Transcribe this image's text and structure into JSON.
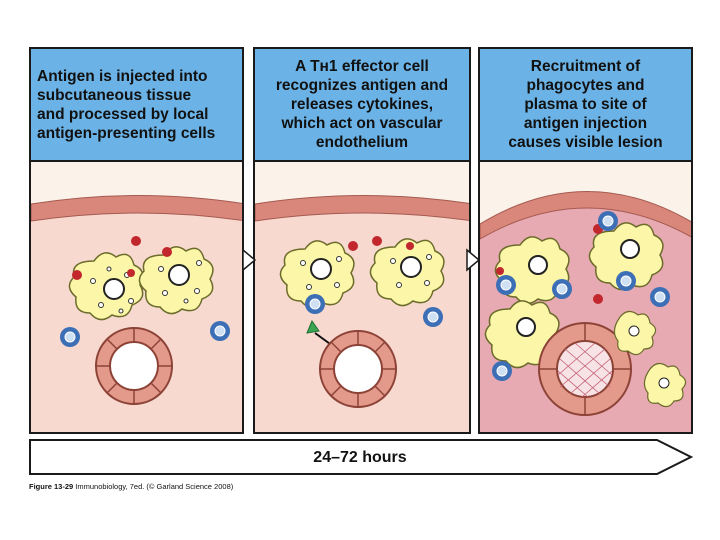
{
  "panels": [
    {
      "caption": "Antigen is injected into\nsubcutaneous tissue\nand processed by local\nantigen-presenting cells"
    },
    {
      "caption": "A Tʜ1 effector cell\nrecognizes antigen and\nreleases cytokines,\nwhich act on vascular\nendothelium"
    },
    {
      "caption": "Recruitment of\nphagocytes and\nplasma to site of\nantigen injection\ncauses visible lesion"
    }
  ],
  "timeline": {
    "label": "24–72 hours"
  },
  "figure_caption": {
    "label": "Figure 13-29",
    "text": " Immunobiology, 7ed. (© Garland Science 2008)"
  },
  "colors": {
    "caption_bg": "#6bb3e6",
    "tissue": "#f7d9cf",
    "tissue_inflamed": "#e7a9b2",
    "skin_band": "#d8877a",
    "vessel_wall": "#e49a8a",
    "apc_fill": "#fbf6a8",
    "antigen": "#c1272d",
    "lymphocyte": "#3d6fb6"
  }
}
